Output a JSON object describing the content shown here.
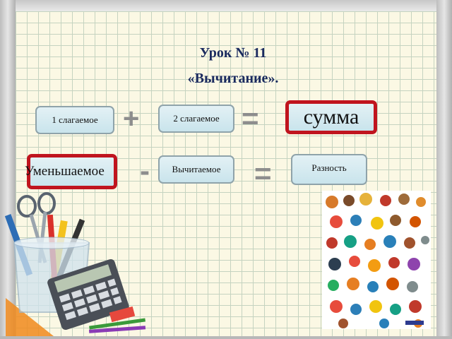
{
  "title": {
    "line1": "Урок № 11",
    "line2": "«Вычитание»."
  },
  "row1": {
    "addend1": "1 слагаемое",
    "plus": "+",
    "addend2": "2 слагаемое",
    "equals": "=",
    "sum": "сумма"
  },
  "row2": {
    "minuend": "Уменьшаемое",
    "minus": "-",
    "subtrahend": "Вычитаемое",
    "equals": "=",
    "difference": "Разность"
  },
  "icons": {
    "stationery": "stationery-cup-icon",
    "calculator": "calculator-icon",
    "cartoons": "cartoon-characters-icon"
  },
  "colors": {
    "highlight": "#c0141e",
    "title": "#1a2a5e",
    "box": "#c9e4ec"
  }
}
